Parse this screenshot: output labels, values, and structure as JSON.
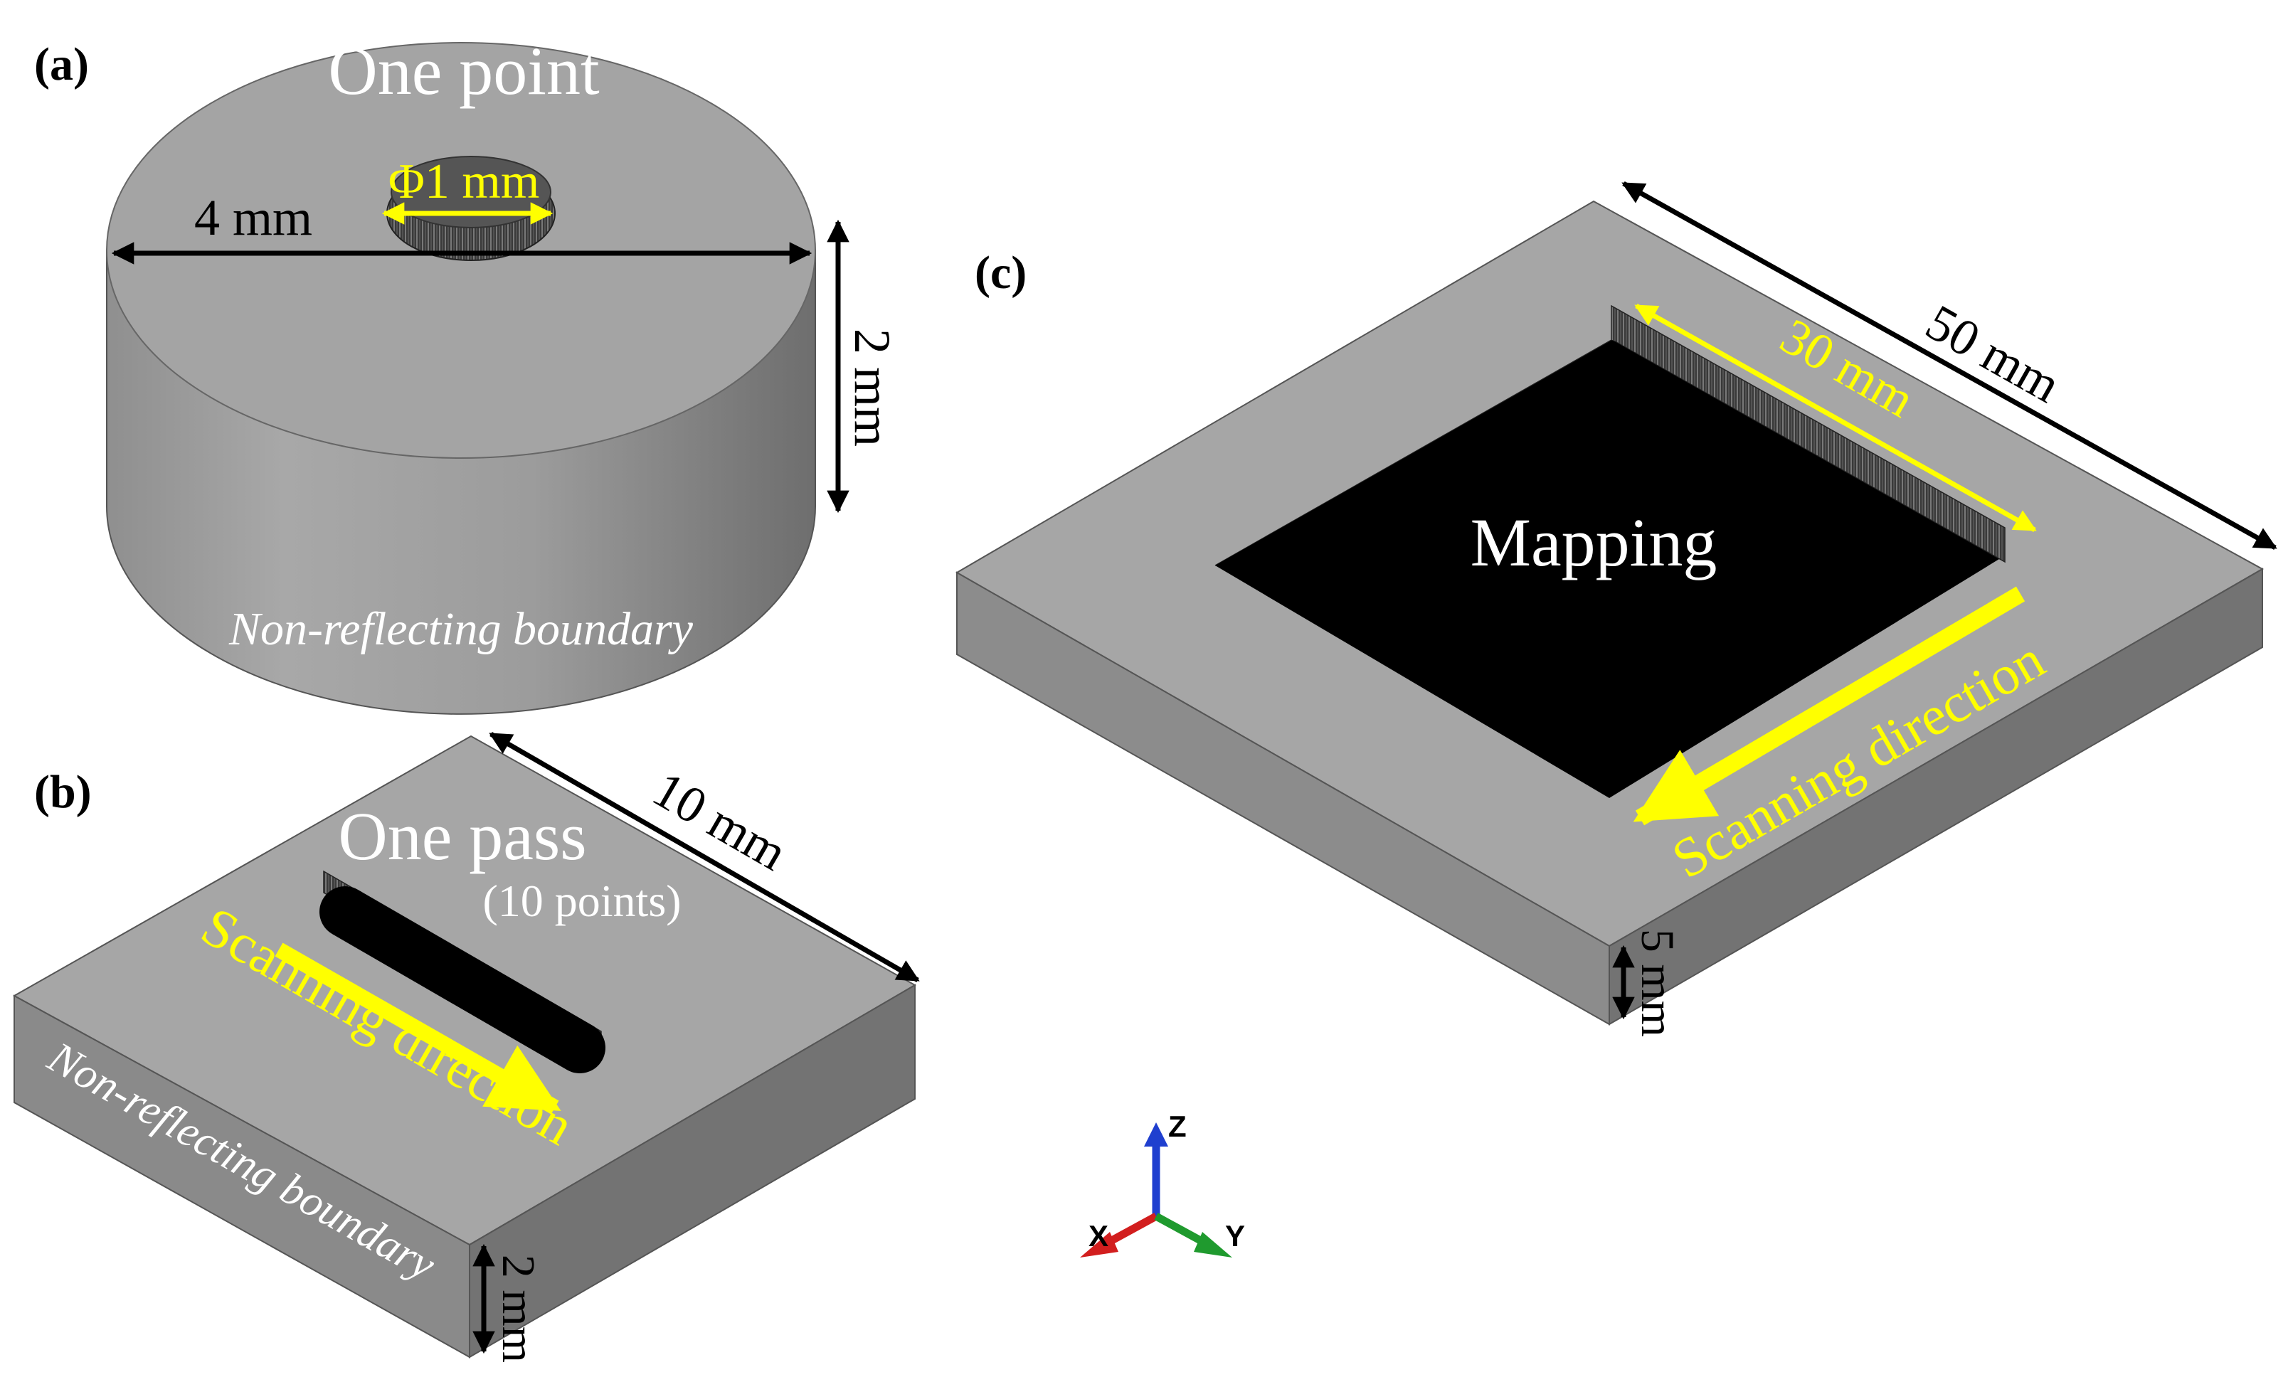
{
  "panels": {
    "a": {
      "label": "(a)",
      "title": "One point",
      "spot": "Φ1 mm",
      "diameter": "4 mm",
      "height": "2 mm",
      "boundary": "Non-reflecting boundary"
    },
    "b": {
      "label": "(b)",
      "title": "One pass",
      "subtitle": "(10 points)",
      "length": "10 mm",
      "direction": "Scanning direction",
      "boundary": "Non-reflecting boundary",
      "thickness": "2 mm"
    },
    "c": {
      "label": "(c)",
      "title": "Mapping",
      "inner": "30 mm",
      "outer": "50 mm",
      "direction": "Scanning direction",
      "thickness": "5 mm"
    }
  },
  "triad": {
    "z": "Z",
    "x": "X",
    "y": "Y"
  },
  "colors": {
    "surface_top": "#a6a6a6",
    "surface_front": "#8c8c8c",
    "surface_side": "#737373",
    "annotation_yellow": "#ffff00",
    "mapped_region": "#000000",
    "axis_z": "#1f3fcf",
    "axis_x": "#d21e1e",
    "axis_y": "#1f9a2e"
  }
}
